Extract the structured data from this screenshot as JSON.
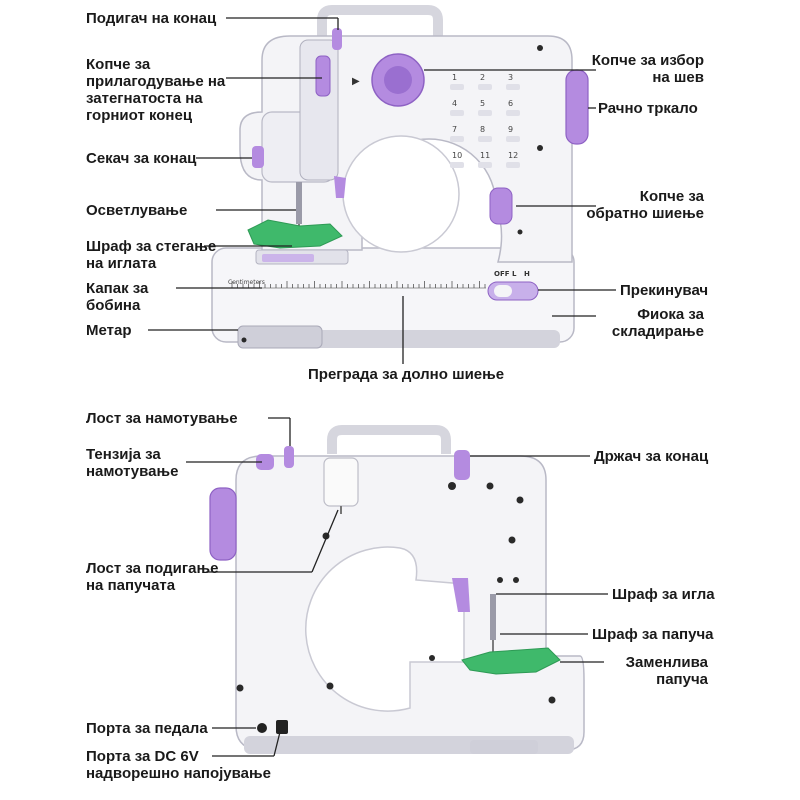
{
  "colors": {
    "body": "#f4f4f7",
    "body_shade": "#dcdce4",
    "outline": "#b9b9c6",
    "accent": "#b48be0",
    "accent_dark": "#8e62c4",
    "fabric": "#3fb96b",
    "leader": "#222222",
    "text": "#1a1a1a"
  },
  "front_labels": {
    "thread_take_up": "Подигач на конац",
    "upper_tension_knob": [
      "Копче за",
      "прилагодување на",
      "затегнатоста на",
      "горниот конец"
    ],
    "thread_cutter": "Секач за конац",
    "lighting": "Осветлување",
    "needle_clamp_screw": [
      "Шраф за стегање",
      "на иглата"
    ],
    "bobbin_cover": [
      "Капак за",
      "бобина"
    ],
    "ruler": "Метар",
    "free_arm": "Преграда за долно шиење",
    "stitch_selector": [
      "Копче за избор",
      "на шев"
    ],
    "handwheel": "Рачно тркало",
    "reverse_button": [
      "Копче за",
      "обратно шиење"
    ],
    "power_switch": "Прекинувач",
    "storage_drawer": [
      "Фиока за",
      "складирање"
    ]
  },
  "back_labels": {
    "bobbin_winder": "Лост за намотување",
    "winder_tension": [
      "Тензија за",
      "намотување"
    ],
    "presser_foot_lever": [
      "Лост за подигање",
      "на папучата"
    ],
    "pedal_port": "Порта за педала",
    "dc_port": [
      "Порта за DC 6V",
      "надворешно напојување"
    ],
    "spool_holder": "Држач за конац",
    "needle_screw": "Шраф за игла",
    "foot_screw": "Шраф за папуча",
    "presser_foot": [
      "Заменлива",
      "папуча"
    ]
  },
  "machine_text": {
    "ruler_mark": "Centimeters",
    "switch_marks": [
      "OFF",
      "L",
      "H"
    ],
    "stitch_numbers": [
      "1",
      "2",
      "3",
      "4",
      "5",
      "6",
      "7",
      "8",
      "9",
      "10",
      "11",
      "12"
    ]
  }
}
